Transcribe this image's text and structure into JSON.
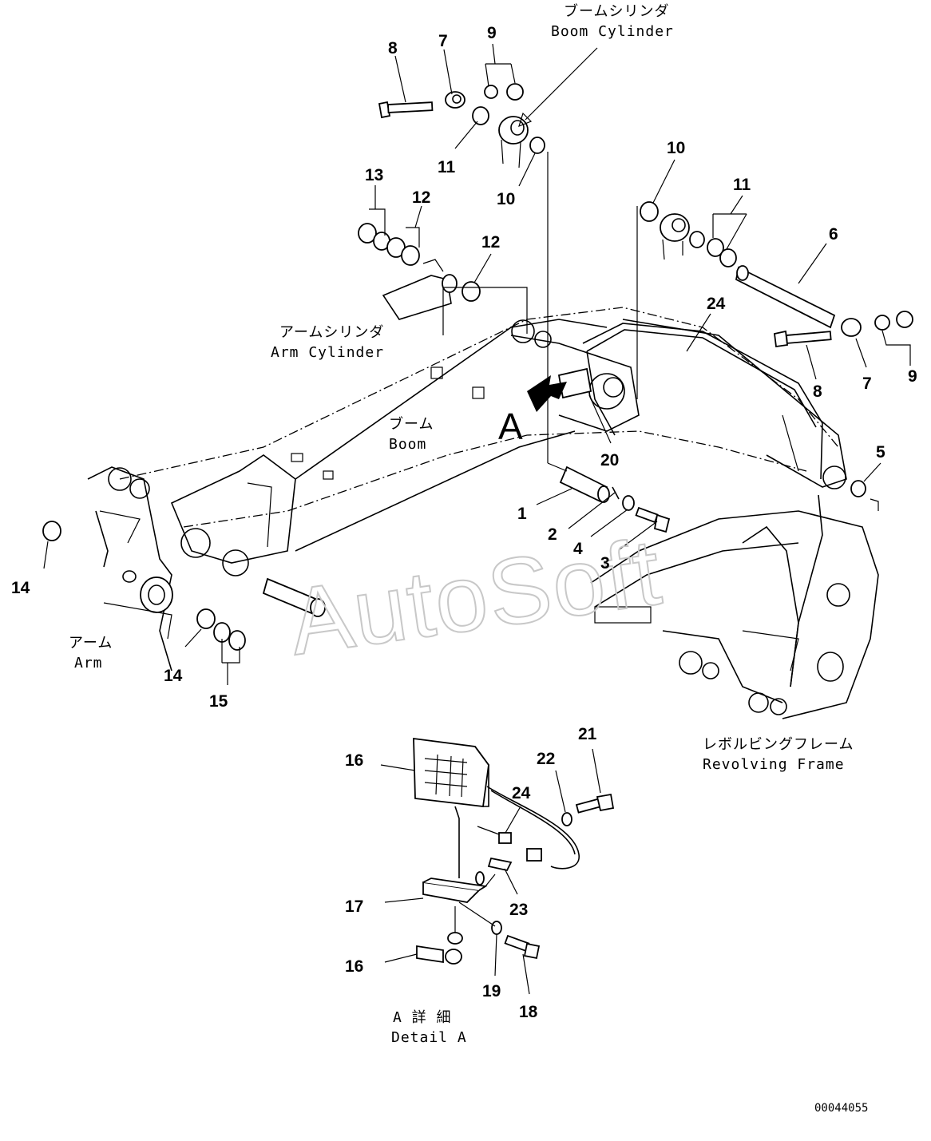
{
  "watermark": "AutoSoft",
  "doc_id": "00044055",
  "arrow_marker": "A",
  "captions": {
    "boom_cylinder_jp": "ブームシリンダ",
    "boom_cylinder_en": "Boom Cylinder",
    "arm_cylinder_jp": "アームシリンダ",
    "arm_cylinder_en": "Arm Cylinder",
    "boom_jp": "ブーム",
    "boom_en": "Boom",
    "arm_jp": "アーム",
    "arm_en": "Arm",
    "revolving_frame_jp": "レボルビングフレーム",
    "revolving_frame_en": "Revolving Frame",
    "detail_a_jp": "A 詳 細",
    "detail_a_en": "Detail A"
  },
  "callouts": [
    {
      "id": "c8-top",
      "label": "8"
    },
    {
      "id": "c7-top",
      "label": "7"
    },
    {
      "id": "c9-top",
      "label": "9"
    },
    {
      "id": "c11-top",
      "label": "11"
    },
    {
      "id": "c10-top",
      "label": "10"
    },
    {
      "id": "c13",
      "label": "13"
    },
    {
      "id": "c12-a",
      "label": "12"
    },
    {
      "id": "c12-b",
      "label": "12"
    },
    {
      "id": "c10-right",
      "label": "10"
    },
    {
      "id": "c11-right",
      "label": "11"
    },
    {
      "id": "c6",
      "label": "6"
    },
    {
      "id": "c24-boom",
      "label": "24"
    },
    {
      "id": "c8-right",
      "label": "8"
    },
    {
      "id": "c7-right",
      "label": "7"
    },
    {
      "id": "c9-right",
      "label": "9"
    },
    {
      "id": "c20",
      "label": "20"
    },
    {
      "id": "c5",
      "label": "5"
    },
    {
      "id": "c1",
      "label": "1"
    },
    {
      "id": "c2",
      "label": "2"
    },
    {
      "id": "c4",
      "label": "4"
    },
    {
      "id": "c3",
      "label": "3"
    },
    {
      "id": "c14-left",
      "label": "14"
    },
    {
      "id": "c14-bottom",
      "label": "14"
    },
    {
      "id": "c15",
      "label": "15"
    },
    {
      "id": "c16-lamp",
      "label": "16"
    },
    {
      "id": "c22",
      "label": "22"
    },
    {
      "id": "c21",
      "label": "21"
    },
    {
      "id": "c24-detail",
      "label": "24"
    },
    {
      "id": "c17",
      "label": "17"
    },
    {
      "id": "c23",
      "label": "23"
    },
    {
      "id": "c16-nut",
      "label": "16"
    },
    {
      "id": "c19",
      "label": "19"
    },
    {
      "id": "c18",
      "label": "18"
    }
  ]
}
